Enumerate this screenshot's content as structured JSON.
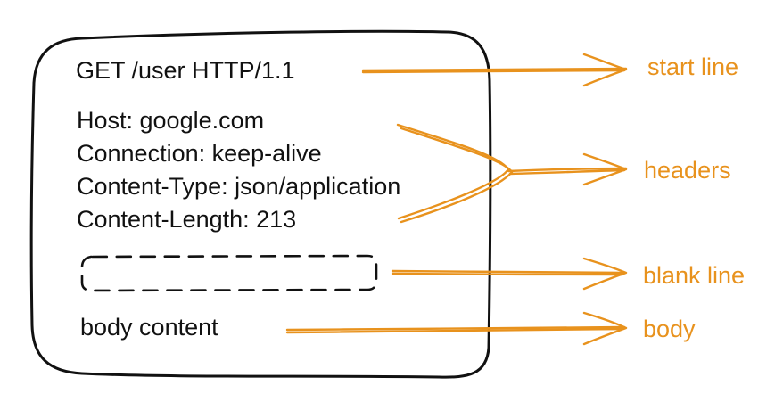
{
  "colors": {
    "box_stroke": "#111111",
    "text": "#111111",
    "arrow": "#e8921d",
    "label": "#e8921d"
  },
  "request": {
    "start_line": "GET  /user  HTTP/1.1",
    "headers": [
      "Host: google.com",
      "Connection: keep-alive",
      "Content-Type: json/application",
      "Content-Length: 213"
    ],
    "body": "body content"
  },
  "labels": {
    "start_line": "start line",
    "headers": "headers",
    "blank_line": "blank line",
    "body": "body"
  }
}
